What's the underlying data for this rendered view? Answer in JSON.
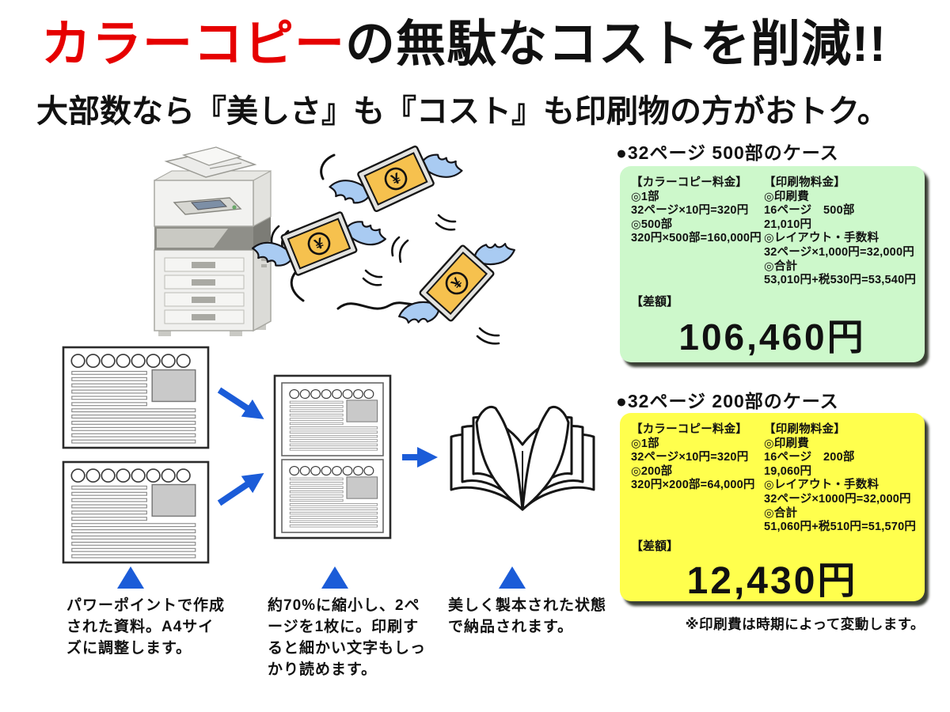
{
  "title": {
    "highlight": "カラーコピー",
    "rest": "の無駄なコストを削減!!",
    "subtitle": "大部数なら『美しさ』も『コスト』も印刷物の方がおトク。"
  },
  "cases": [
    {
      "header": "●32ページ 500部のケース",
      "copy_col": {
        "heading": "【カラーコピー料金】",
        "lines": [
          "◎1部",
          "32ページ×10円=320円",
          "◎500部",
          "320円×500部=160,000円"
        ]
      },
      "print_col": {
        "heading": "【印刷物料金】",
        "lines": [
          "◎印刷費",
          "16ページ　500部",
          "21,010円",
          "◎レイアウト・手数料",
          "32ページ×1,000円=32,000円",
          "◎合計",
          "53,010円+税530円=53,540円"
        ]
      },
      "diff_label": "【差額】",
      "diff_amount": "106,460円"
    },
    {
      "header": "●32ページ 200部のケース",
      "copy_col": {
        "heading": "【カラーコピー料金】",
        "lines": [
          "◎1部",
          "32ページ×10円=320円",
          "◎200部",
          "320円×200部=64,000円"
        ]
      },
      "print_col": {
        "heading": "【印刷物料金】",
        "lines": [
          "◎印刷費",
          "16ページ　200部",
          "19,060円",
          "◎レイアウト・手数料",
          "32ページ×1000円=32,000円",
          "◎合計",
          "51,060円+税510円=51,570円"
        ]
      },
      "diff_label": "【差額】",
      "diff_amount": "12,430円"
    }
  ],
  "footnote": "※印刷費は時期によって変動します。",
  "steps": [
    {
      "caption": "パワーポイントで作成された資料。A4サイズに調整します。"
    },
    {
      "caption": "約70%に縮小し、2ページを1枚に。印刷すると細かい文字もしっかり読めます。"
    },
    {
      "caption": "美しく製本された状態で納品されます。"
    }
  ],
  "illustration": {
    "money_symbol": "¥"
  },
  "colors": {
    "accent_red": "#e60000",
    "arrow_blue": "#1b5cd8",
    "case_green": "#cdf8cb",
    "case_yellow": "#ffff4d",
    "money_orange": "#f6c14e",
    "wing_blue": "#a9cbf2"
  }
}
